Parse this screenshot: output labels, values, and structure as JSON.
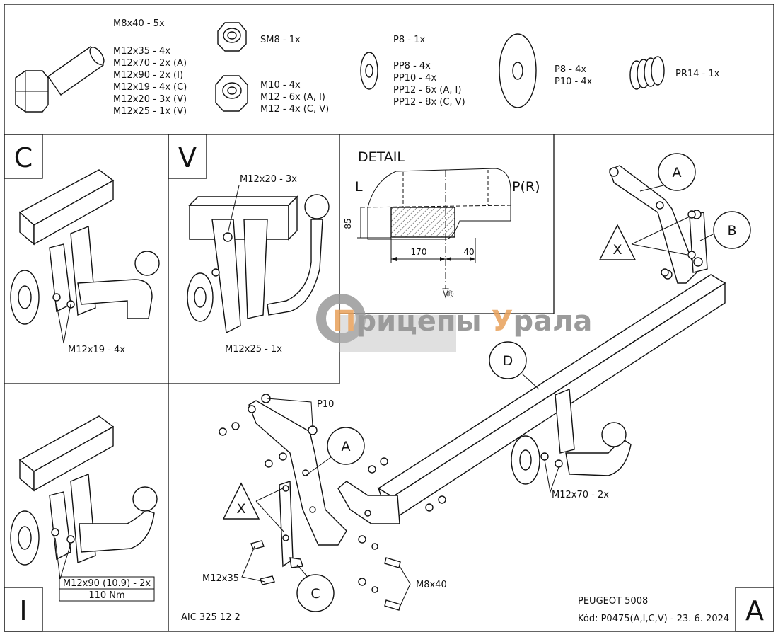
{
  "parts": {
    "bolt_labels": [
      "M8x40 - 5x",
      "M12x35 - 4x",
      "M12x70 - 2x (A)",
      "M12x90 - 2x (I)",
      "M12x19 - 4x (C)",
      "M12x20 - 3x (V)",
      "M12x25 - 1x (V)"
    ],
    "selflock_nut_label": "SM8 - 1x",
    "nut_labels": [
      "M10 - 4x",
      "M12 - 6x (A, I)",
      "M12 - 4x (C, V)"
    ],
    "washer_small_labels": [
      "P8 - 1x",
      "PP8 - 4x",
      "PP10 - 4x",
      "PP12 - 6x (A, I)",
      "PP12 - 8x (C, V)"
    ],
    "washer_large_labels": [
      "P8 - 4x",
      "P10 - 4x"
    ],
    "spring_washer_label": "PR14 - 1x"
  },
  "panels": {
    "c_letter": "C",
    "c_bolt_note": "M12x19 - 4x",
    "v_letter": "V",
    "v_top_note": "M12x20 - 3x",
    "v_bottom_note": "M12x25 - 1x",
    "i_letter": "I",
    "i_bolt_note": "M12x90 (10.9) - 2x",
    "i_torque_note": "110 Nm",
    "a_letter": "A"
  },
  "detail": {
    "title": "DETAIL",
    "left_label": "L",
    "right_label": "P(R)",
    "dim_height": "85",
    "dim_width": "170",
    "dim_offset": "40"
  },
  "main": {
    "callout_a": "A",
    "callout_b": "B",
    "callout_c": "C",
    "callout_d": "D",
    "callout_x": "X",
    "washer_note": "P10",
    "bolt_note_m12x35": "M12x35",
    "bolt_note_m8x40": "M8x40",
    "bolt_note_m12x70": "M12x70 - 2x"
  },
  "watermark": {
    "text_a": "П",
    "text_b": "рицепы ",
    "text_c": "У",
    "text_d": "рала",
    "registered": "®",
    "color_orange": "#e8a15a",
    "color_gray": "#8a8a8a"
  },
  "footer": {
    "code": "AIC 325 12 2",
    "model": "PEUGEOT 5008",
    "kod": "Kód: P0475(A,I,C,V) - 23. 6. 2024"
  }
}
